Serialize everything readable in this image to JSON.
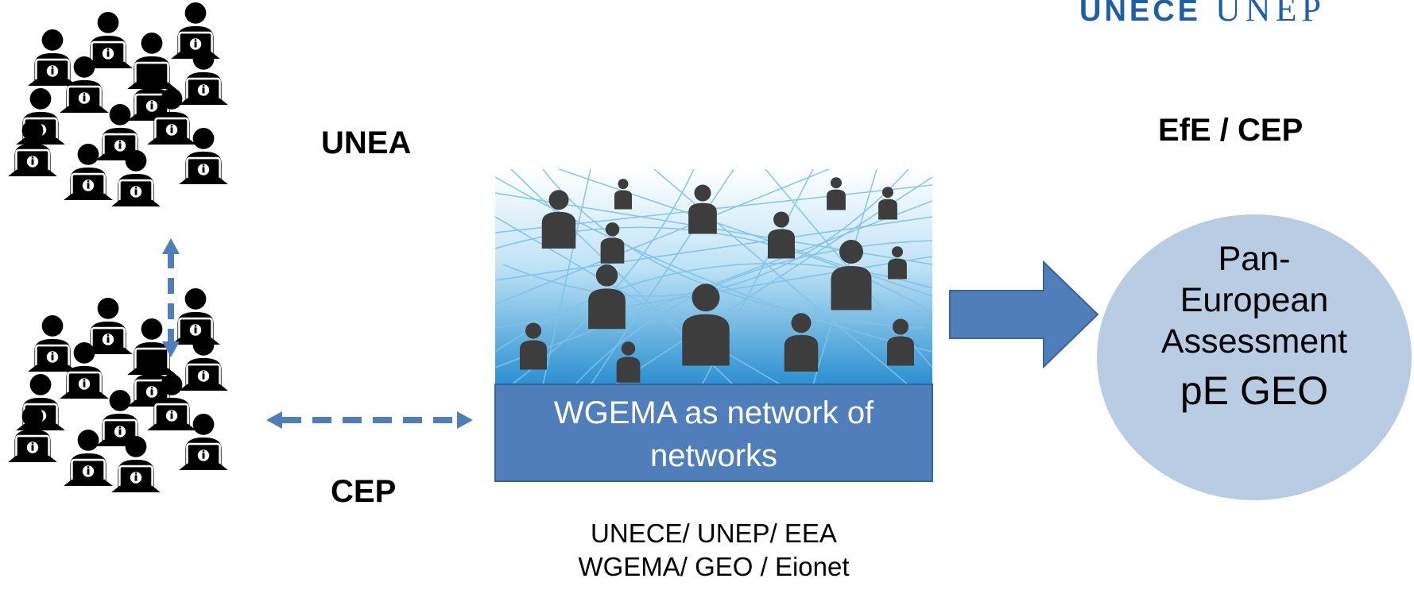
{
  "logo": {
    "left": "UNECE",
    "right": "UNEP"
  },
  "labels": {
    "unea": "UNEA",
    "cep": "CEP",
    "efe_cep": "EfE / CEP"
  },
  "center": {
    "box_text": "WGEMA as network of networks"
  },
  "circle": {
    "line1": "Pan-",
    "line2": "European",
    "line3": "Assessment",
    "line4": "pE GEO"
  },
  "caption": {
    "line1": "UNECE/ UNEP/ EEA",
    "line2": "WGEMA/ GEO / Eionet"
  },
  "colors": {
    "accent": "#4f7ebb",
    "circle": "#b8cce4",
    "logo": "#1f5fa8"
  }
}
